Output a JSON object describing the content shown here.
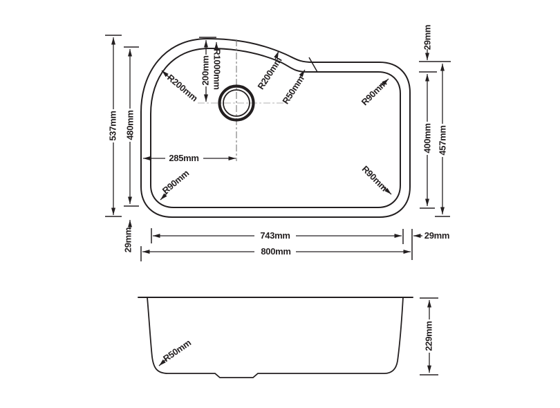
{
  "colors": {
    "line": "#231f20",
    "centerline_horizontal": "#c0c0c0",
    "centerline_vertical": "#777777",
    "background": "#ffffff"
  },
  "top_view": {
    "dimensions": {
      "outer_height": "537mm",
      "inner_height": "480mm",
      "rim_bottom_left": "29mm",
      "drain_center_from_left": "285mm",
      "drain_center_from_top": "200mm",
      "rim_top_right": "29mm",
      "inner_height_right": "400mm",
      "outer_height_right": "457mm",
      "inner_width": "743mm",
      "rim_right": "29mm",
      "outer_width": "800mm"
    },
    "radius_callouts": {
      "top_edge": "R1000mm",
      "top_left_corner": "R200mm",
      "top_right_curve": "R200mm",
      "step_transition": "R50mm",
      "top_right_corner": "R90mm",
      "bottom_right_corner": "R90mm",
      "bottom_left_corner": "R90mm"
    }
  },
  "side_view": {
    "dimensions": {
      "bowl_depth": "229mm"
    },
    "radius_callouts": {
      "bottom_corner": "R50mm"
    }
  }
}
